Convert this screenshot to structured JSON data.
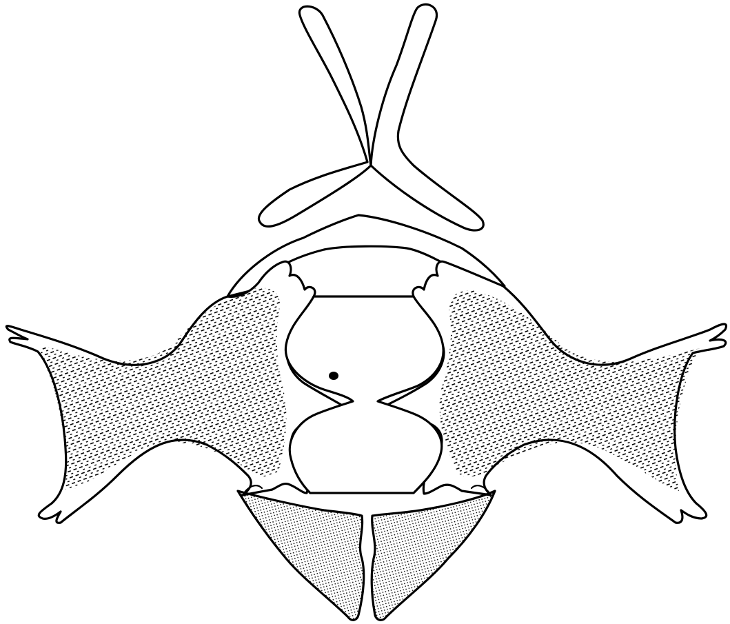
{
  "figure": {
    "description_visible_text": "",
    "colors": {
      "ink": "#000000",
      "paper": "#ffffff"
    },
    "parts": [
      "forked-spine-left-arm",
      "forked-spine-right-arm",
      "central-canal-dot",
      "left-wing-process",
      "right-wing-process",
      "left-lower-lobe",
      "right-lower-lobe"
    ]
  }
}
